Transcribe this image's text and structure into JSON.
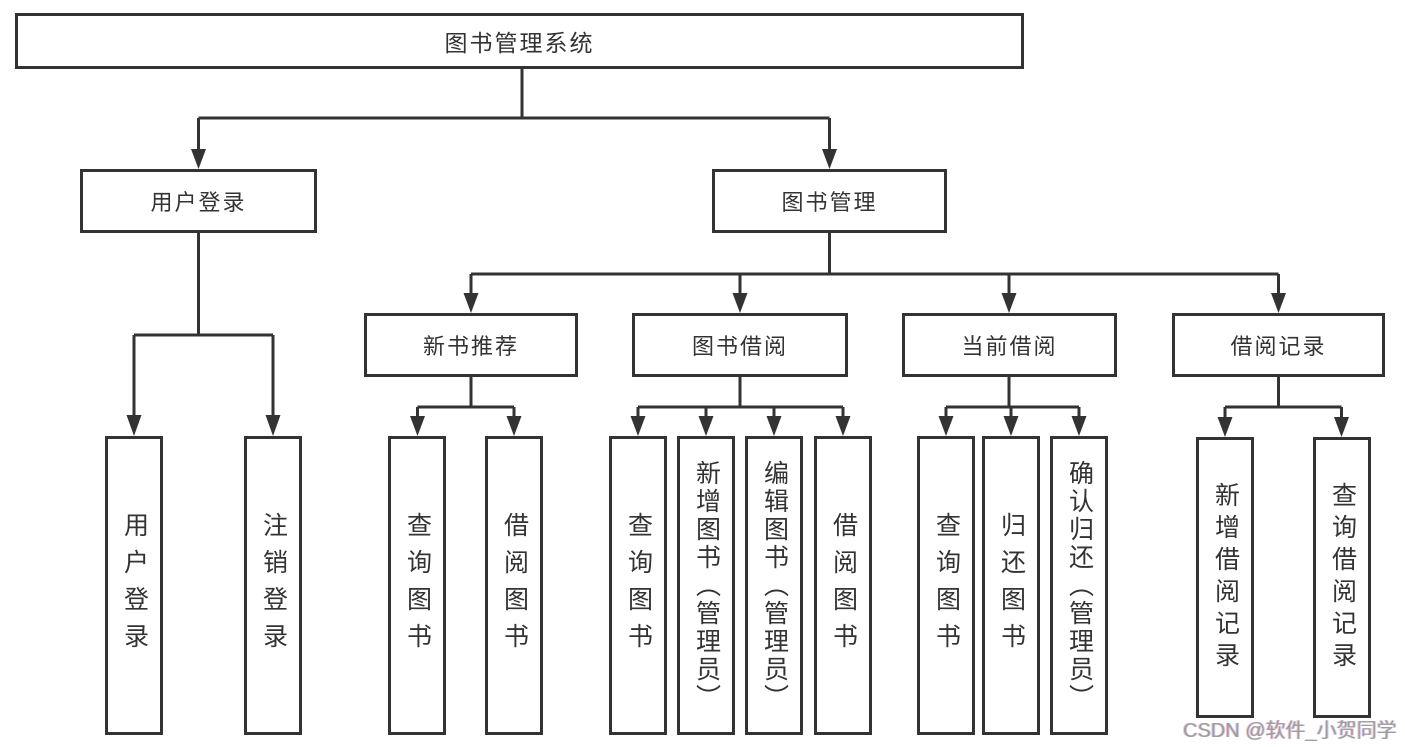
{
  "diagram": {
    "title": "图书管理系统",
    "nodes": {
      "root": "图书管理系统",
      "user_login": "用户登录",
      "book_mgmt": "图书管理",
      "new_book": "新书推荐",
      "book_borrow": "图书借阅",
      "current_borrow": "当前借阅",
      "borrow_records": "借阅记录",
      "leaves": {
        "user_login": [
          "用户登录",
          "注销登录"
        ],
        "new_book": [
          "查询图书",
          "借阅图书"
        ],
        "book_borrow": [
          "查询图书",
          "新增图书（管理员）",
          "编辑图书（管理员）",
          "借阅图书"
        ],
        "current_borrow": [
          "查询图书",
          "归还图书",
          "确认归还（管理员）"
        ],
        "borrow_records": [
          "新增借阅记录",
          "查询借阅记录"
        ]
      }
    }
  },
  "watermark": "CSDN @软件_小贺同学",
  "colors": {
    "line": "#333333",
    "background": "#ffffff",
    "watermark": "#9e9e9e"
  }
}
